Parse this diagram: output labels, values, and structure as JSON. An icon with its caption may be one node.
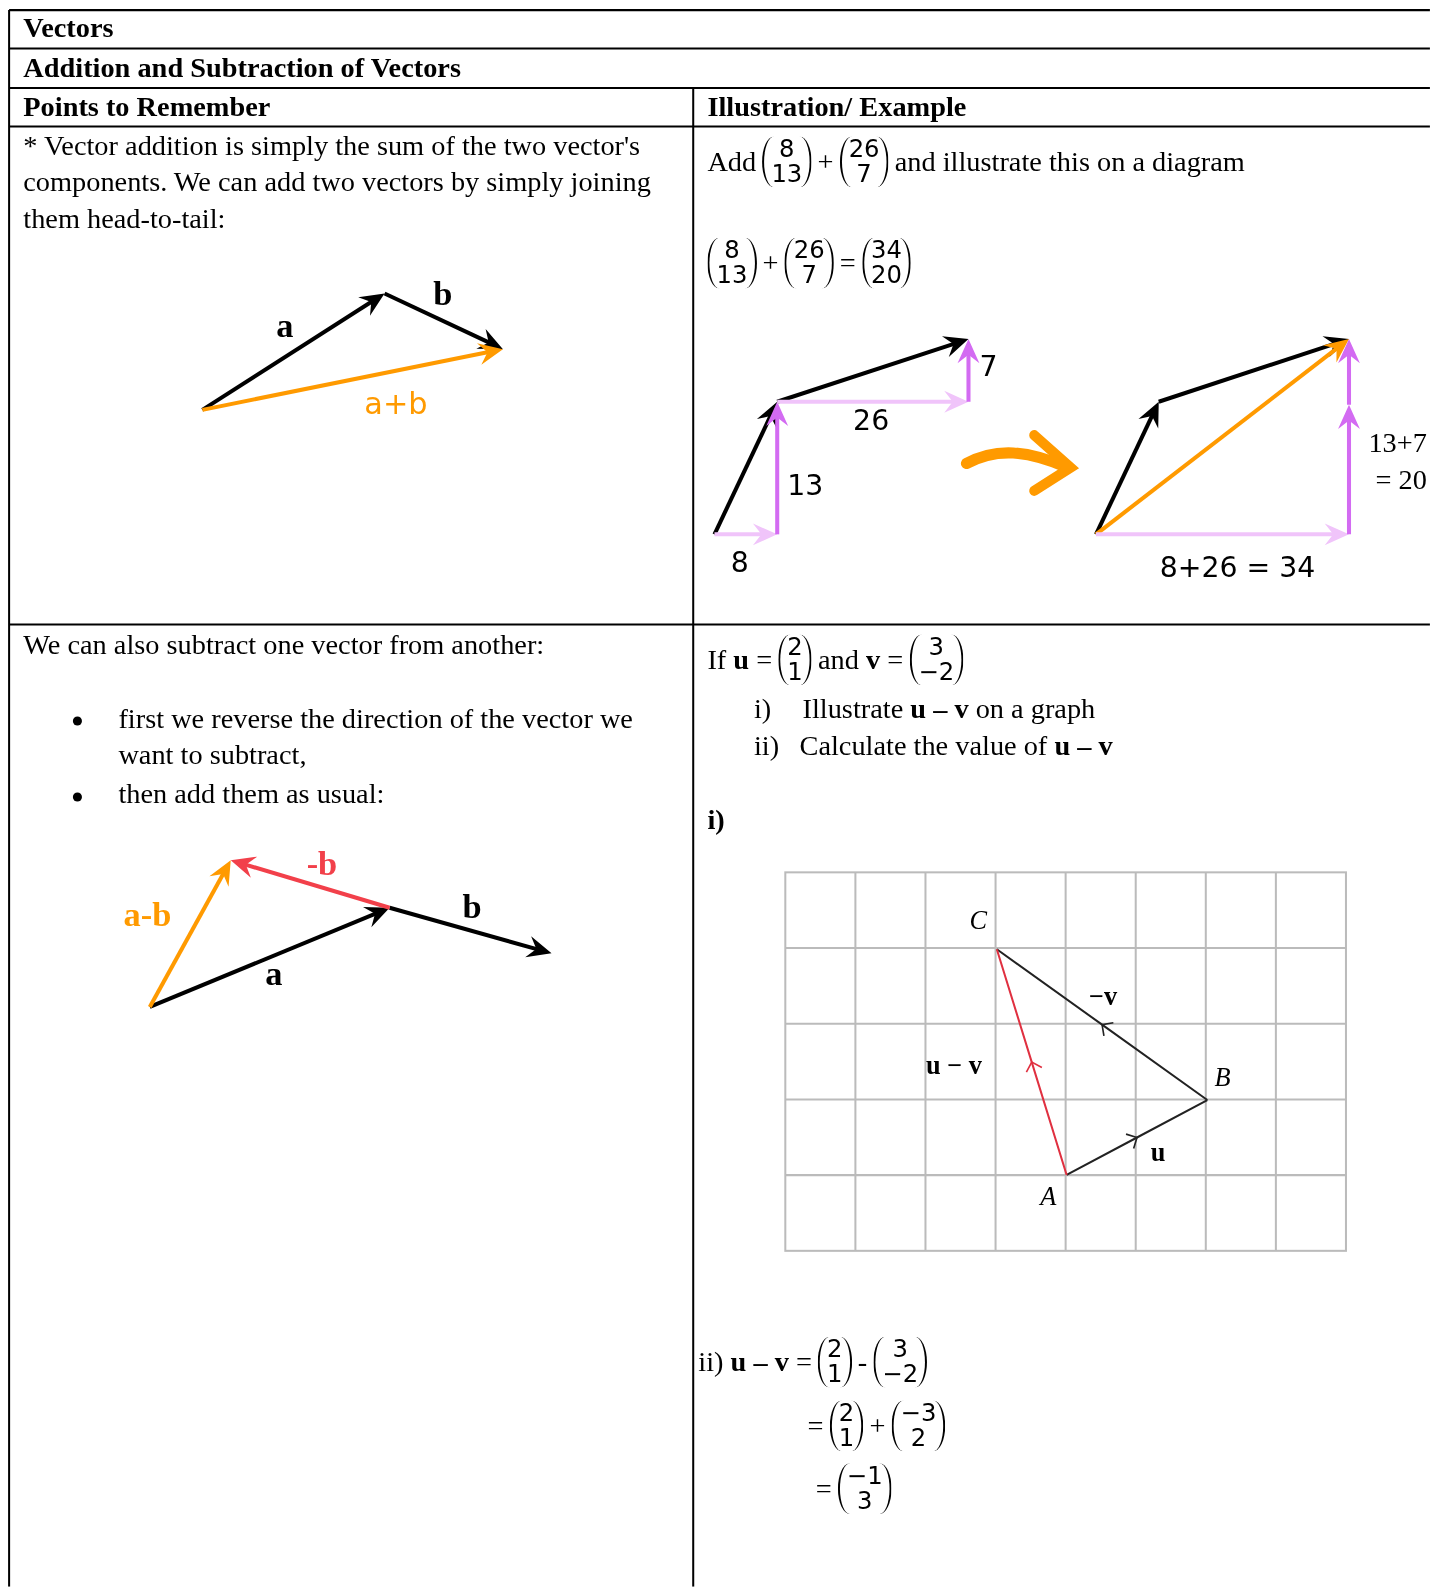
{
  "diagram": {
    "title": "Vectors",
    "labels": [
      "Addition and Subtraction of Vectors",
      "Points to Remember",
      "Illustration/ Example",
      "* Vector addition is simply the sum of the two vector's components. We can add two vectors by simply joining them head-to-tail:",
      "a",
      "b",
      "a+b",
      "Add",
      "8 13",
      "+",
      "26 7",
      "and illustrate this on a diagram",
      "8 13",
      "+",
      "26 7",
      "=",
      "34 20",
      "7",
      "26",
      "13",
      "8",
      "13+7 = 20",
      "8+26 = 34",
      "We can also subtract one vector from another:",
      "first we reverse the direction of the vector we want to subtract,",
      "then add them as usual:",
      "-b",
      "a-b",
      "b",
      "a",
      "If **u** =",
      "2 1",
      "and **v** =",
      "3 −2",
      "i)",
      "Illustrate **u – v** on a graph",
      "ii)",
      "Calculate the value of **u – v**",
      "i)",
      "C",
      "−v",
      "u − v",
      "B",
      "u",
      "A",
      "ii) **u – v** =",
      "2 1",
      "-",
      "3 −2",
      "=",
      "2 1",
      "+",
      "−3 2",
      "=",
      "−1 3"
    ]
  }
}
